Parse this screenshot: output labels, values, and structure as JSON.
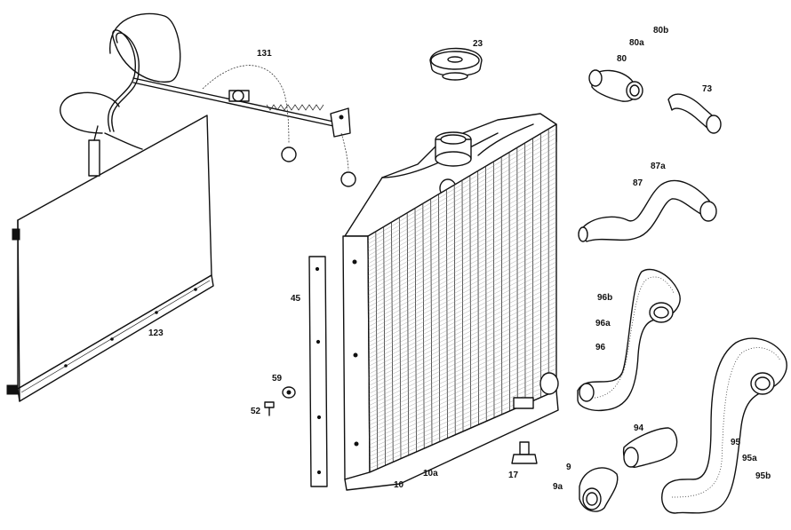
{
  "callouts": {
    "c131": "131",
    "c123": "123",
    "c45": "45",
    "c59": "59",
    "c52": "52",
    "c23": "23",
    "c80b": "80b",
    "c80a": "80a",
    "c80": "80",
    "c73": "73",
    "c87a": "87a",
    "c87": "87",
    "c96b": "96b",
    "c96a": "96a",
    "c96": "96",
    "c94": "94",
    "c95": "95",
    "c95a": "95a",
    "c95b": "95b",
    "c9": "9",
    "c9a": "9a",
    "c17": "17",
    "c10": "10",
    "c10a": "10a"
  },
  "icons": {
    "shutter": "radiator-shutter-blind",
    "cable": "shutter-control-cable",
    "radiator": "radiator-core",
    "cap": "filler-cap",
    "strip": "seal-strip",
    "bolt": "bolt",
    "washer": "washer",
    "drain": "drain-tap",
    "thermostat": "thermostat-housing",
    "hose": "coolant-hose"
  }
}
